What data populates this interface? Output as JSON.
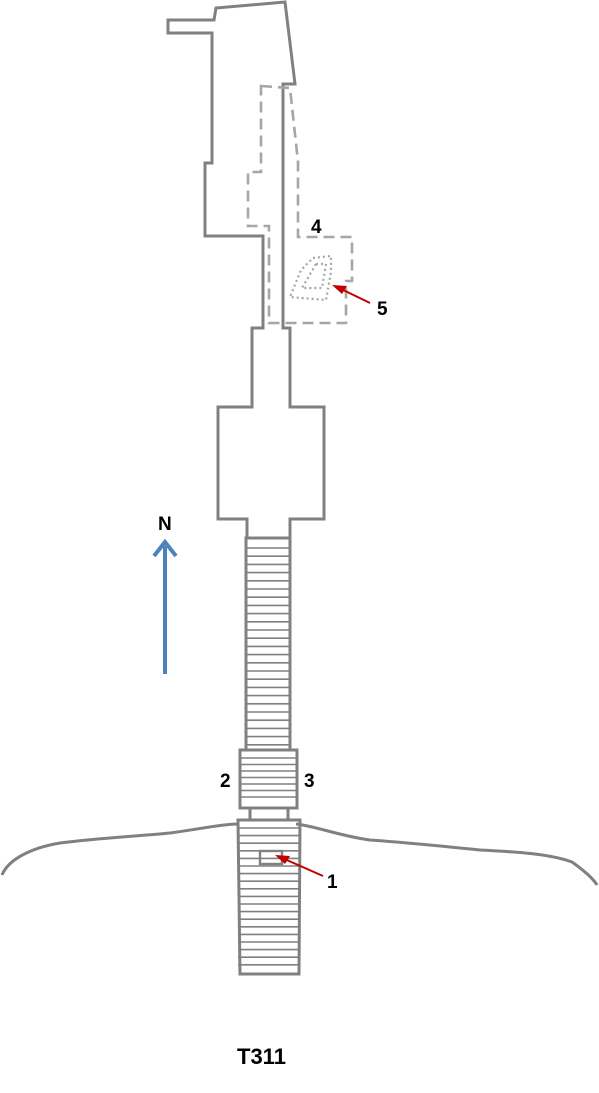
{
  "tomb": {
    "title": "T311"
  },
  "labels": {
    "one": "1",
    "two": "2",
    "three": "3",
    "four": "4",
    "five": "5"
  },
  "north": {
    "label": "N"
  },
  "colors": {
    "walls": "#808080",
    "dashed_outline": "#a6a6a6",
    "pointer_arrows": "#c00000",
    "north_arrow": "#4f81bd"
  }
}
